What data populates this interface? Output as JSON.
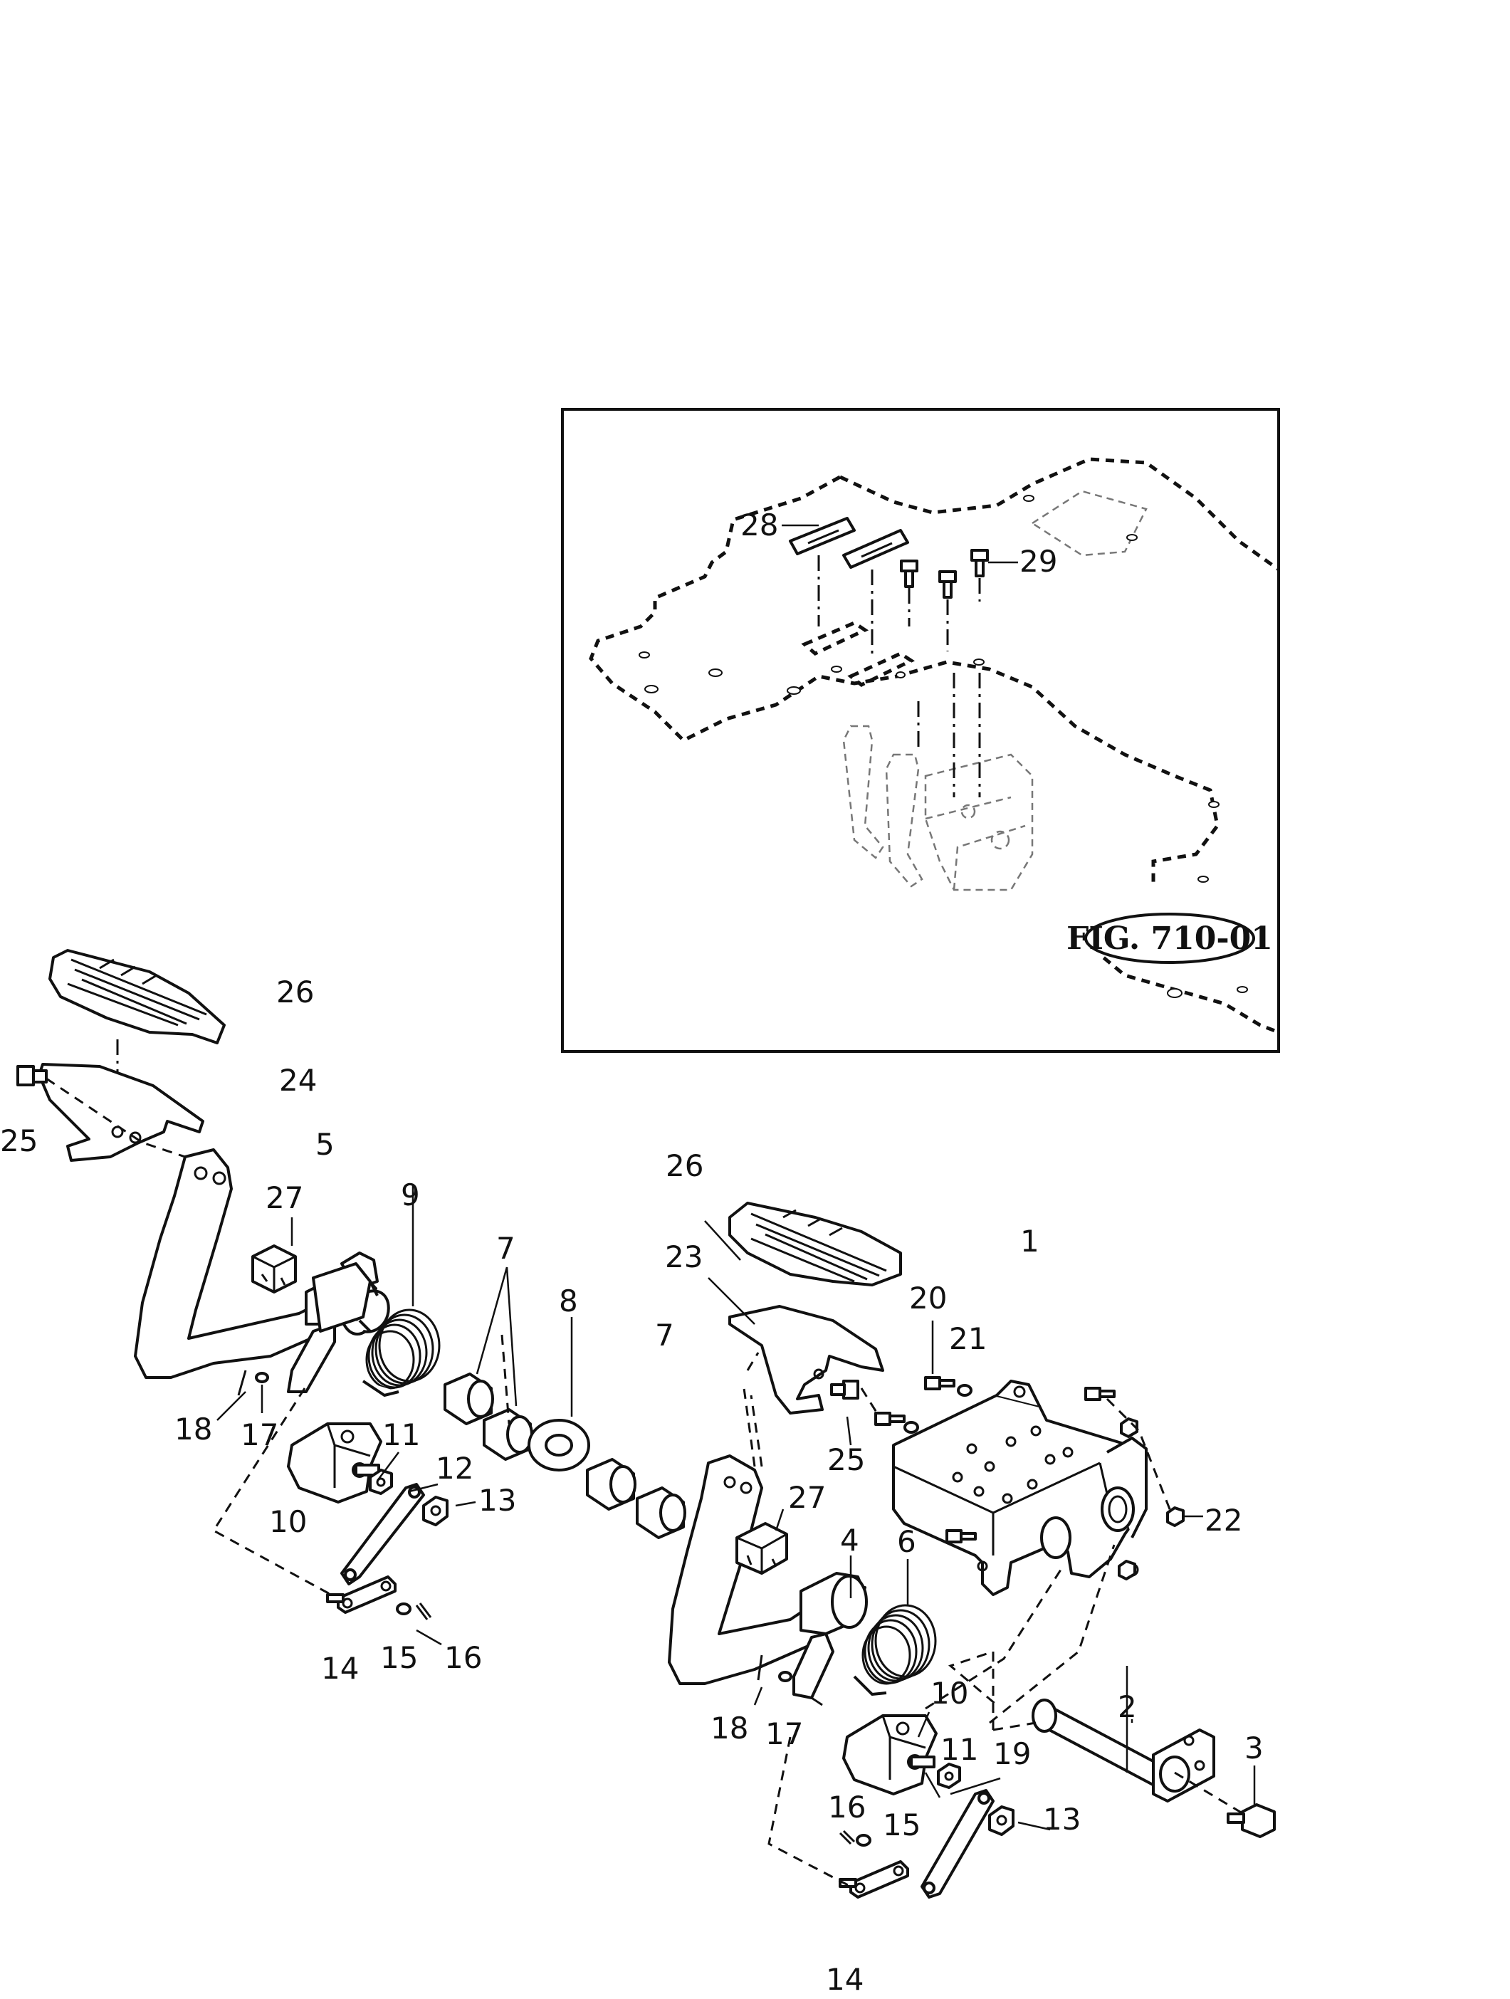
{
  "inset": {
    "figure_ref": "FIG. 710-01",
    "labels": {
      "l28": "28",
      "l29": "29"
    }
  },
  "labels": {
    "p1": "1",
    "p2": "2",
    "p3": "3",
    "p4": "4",
    "p5": "5",
    "p6": "6",
    "p7a": "7",
    "p7b": "7",
    "p8": "8",
    "p9": "9",
    "p10a": "10",
    "p10b": "10",
    "p11a": "11",
    "p11b": "11",
    "p12": "12",
    "p13a": "13",
    "p13b": "13",
    "p14a": "14",
    "p14b": "14",
    "p15a": "15",
    "p15b": "15",
    "p16a": "16",
    "p16b": "16",
    "p17a": "17",
    "p17b": "17",
    "p18a": "18",
    "p18b": "18",
    "p19": "19",
    "p20": "20",
    "p21": "21",
    "p22": "22",
    "p23": "23",
    "p24": "24",
    "p25a": "25",
    "p25b": "25",
    "p26a": "26",
    "p26b": "26",
    "p27a": "27",
    "p27b": "27"
  }
}
